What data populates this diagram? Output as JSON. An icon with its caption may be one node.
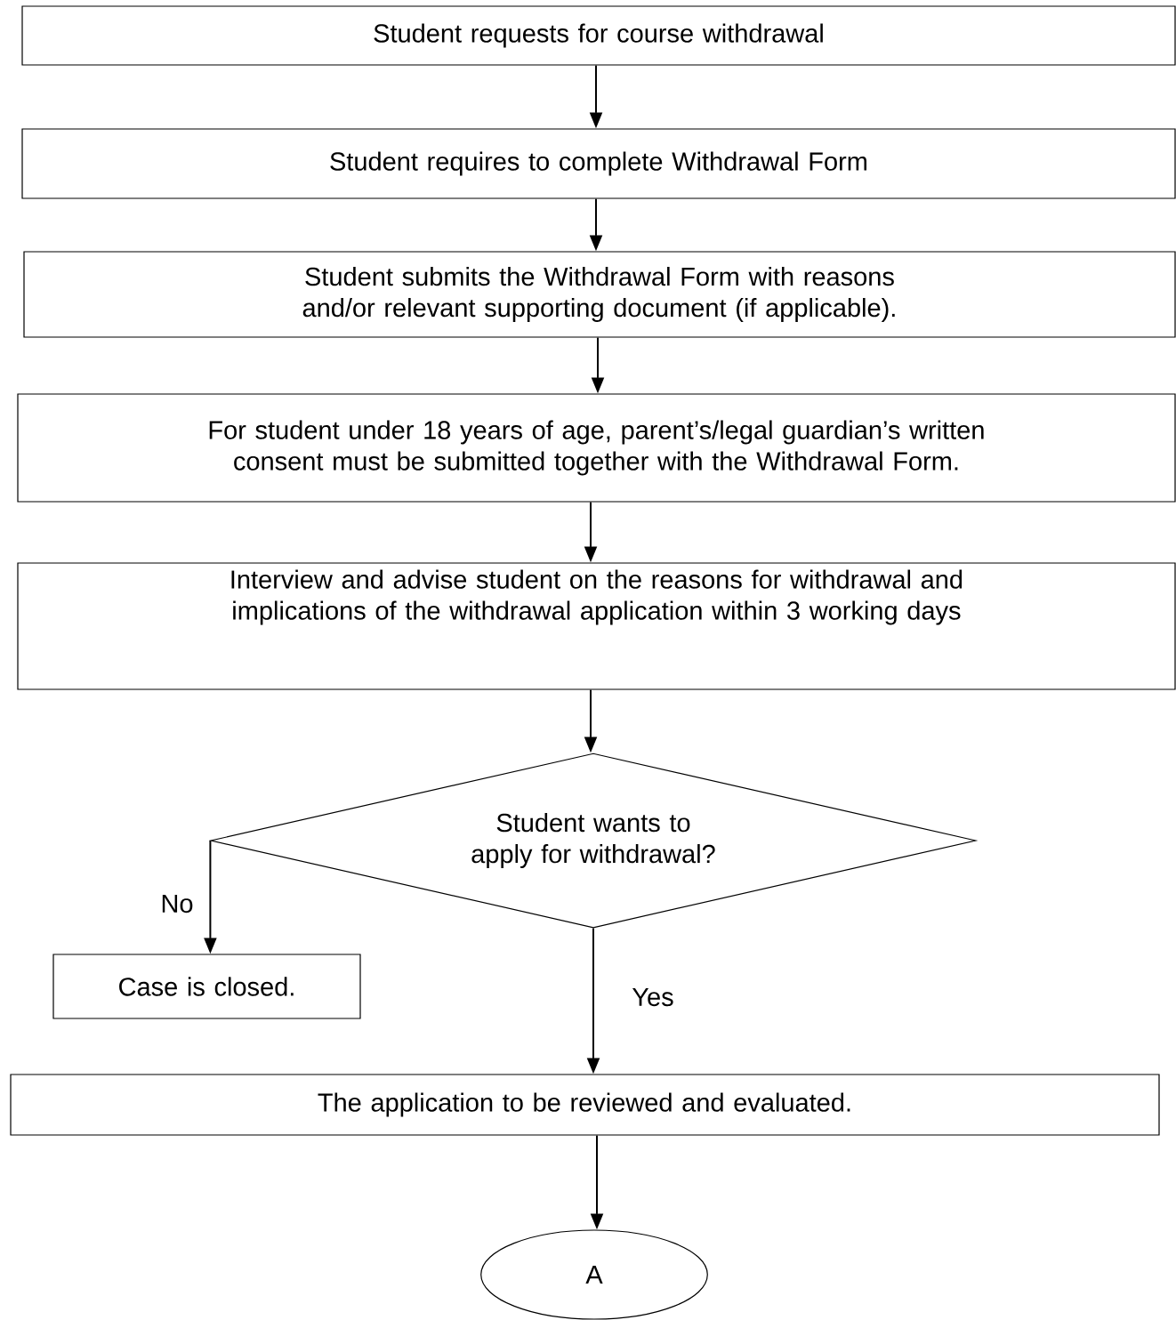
{
  "diagram": {
    "nodes": [
      {
        "text": [
          "Student requests for course withdrawal"
        ]
      },
      {
        "text": [
          "Student requires to complete Withdrawal Form"
        ]
      },
      {
        "text": [
          "Student submits the Withdrawal Form with reasons and/or relevant supporting document (if applicable)."
        ]
      },
      {
        "text": [
          "For student under 18 years of age, parent’s/legal guardian’s written consent must be submitted together with the Withdrawal Form."
        ]
      },
      {
        "text": [
          "Interview and advise student on the reasons for withdrawal and implications of the withdrawal application within 3 working days"
        ]
      },
      {
        "text": [
          "Student wants to apply for withdrawal?"
        ]
      },
      {
        "text": [
          "Case is closed."
        ]
      },
      {
        "text": [
          "The application to be reviewed and evaluated."
        ]
      },
      {
        "text": [
          "A"
        ]
      }
    ],
    "edges": [
      {
        "from": 0,
        "to": 1,
        "arrow": "to"
      },
      {
        "from": 1,
        "to": 2,
        "arrow": "to"
      },
      {
        "from": 2,
        "to": 3,
        "arrow": "to"
      },
      {
        "from": 3,
        "to": 4,
        "arrow": "to"
      },
      {
        "from": 4,
        "to": 5,
        "arrow": "to"
      },
      {
        "from": 5,
        "to": 6,
        "arrow": "to",
        "label": "No"
      },
      {
        "from": 5,
        "to": 7,
        "arrow": "to",
        "label": "Yes"
      },
      {
        "from": 7,
        "to": 8,
        "arrow": "to"
      }
    ]
  }
}
